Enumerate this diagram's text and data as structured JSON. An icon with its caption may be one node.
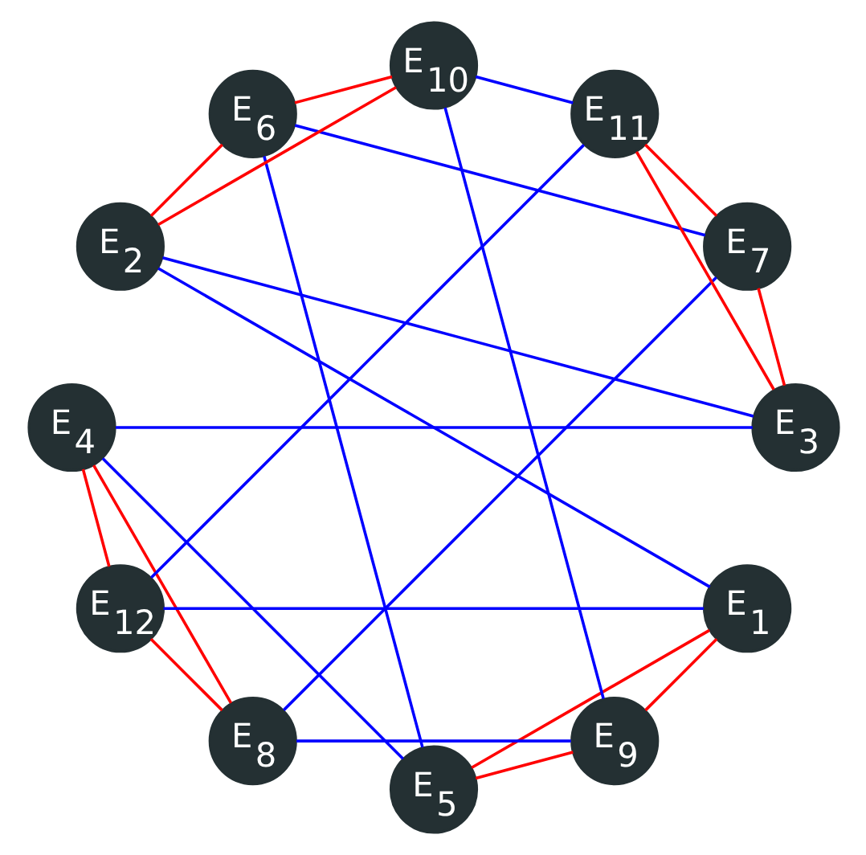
{
  "diagram": {
    "nodes": [
      {
        "text": [
          "E$_{1}$"
        ]
      },
      {
        "text": [
          "E$_{2}$"
        ]
      },
      {
        "text": [
          "E$_{3}$"
        ]
      },
      {
        "text": [
          "E$_{4}$"
        ]
      },
      {
        "text": [
          "E$_{5}$"
        ]
      },
      {
        "text": [
          "E$_{6}$"
        ]
      },
      {
        "text": [
          "E$_{7}$"
        ]
      },
      {
        "text": [
          "E$_{8}$"
        ]
      },
      {
        "text": [
          "E$_{9}$"
        ]
      },
      {
        "text": [
          "E$_{10}$"
        ]
      },
      {
        "text": [
          "E$_{11}$"
        ]
      },
      {
        "text": [
          "E$_{12}$"
        ]
      }
    ],
    "edges": [
      {
        "from": 0,
        "to": 1,
        "arrow": "none",
        "color": "#0000ff"
      },
      {
        "from": 1,
        "to": 2,
        "arrow": "none",
        "color": "#0000ff"
      },
      {
        "from": 2,
        "to": 3,
        "arrow": "none",
        "color": "#0000ff"
      },
      {
        "from": 3,
        "to": 4,
        "arrow": "none",
        "color": "#0000ff"
      },
      {
        "from": 4,
        "to": 5,
        "arrow": "none",
        "color": "#0000ff"
      },
      {
        "from": 5,
        "to": 6,
        "arrow": "none",
        "color": "#0000ff"
      },
      {
        "from": 6,
        "to": 7,
        "arrow": "none",
        "color": "#0000ff"
      },
      {
        "from": 7,
        "to": 8,
        "arrow": "none",
        "color": "#0000ff"
      },
      {
        "from": 8,
        "to": 9,
        "arrow": "none",
        "color": "#0000ff"
      },
      {
        "from": 9,
        "to": 10,
        "arrow": "none",
        "color": "#0000ff"
      },
      {
        "from": 10,
        "to": 11,
        "arrow": "none",
        "color": "#0000ff"
      },
      {
        "from": 11,
        "to": 0,
        "arrow": "none",
        "color": "#0000ff"
      },
      {
        "from": 0,
        "to": 4,
        "arrow": "none",
        "color": "#ff0000"
      },
      {
        "from": 1,
        "to": 5,
        "arrow": "none",
        "color": "#ff0000"
      },
      {
        "from": 2,
        "to": 6,
        "arrow": "none",
        "color": "#ff0000"
      },
      {
        "from": 3,
        "to": 7,
        "arrow": "none",
        "color": "#ff0000"
      },
      {
        "from": 4,
        "to": 8,
        "arrow": "none",
        "color": "#ff0000"
      },
      {
        "from": 5,
        "to": 9,
        "arrow": "none",
        "color": "#ff0000"
      },
      {
        "from": 6,
        "to": 10,
        "arrow": "none",
        "color": "#ff0000"
      },
      {
        "from": 7,
        "to": 11,
        "arrow": "none",
        "color": "#ff0000"
      },
      {
        "from": 8,
        "to": 0,
        "arrow": "none",
        "color": "#ff0000"
      },
      {
        "from": 9,
        "to": 1,
        "arrow": "none",
        "color": "#ff0000"
      },
      {
        "from": 10,
        "to": 2,
        "arrow": "none",
        "color": "#ff0000"
      },
      {
        "from": 11,
        "to": 3,
        "arrow": "none",
        "color": "#ff0000"
      }
    ]
  }
}
